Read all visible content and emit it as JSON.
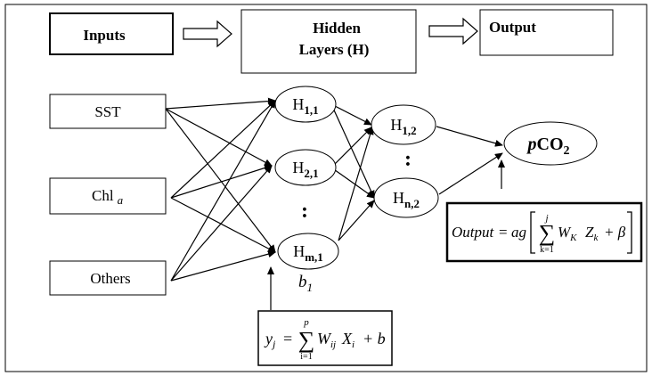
{
  "header": {
    "inputs": "Inputs",
    "hidden_line1": "Hidden",
    "hidden_line2": "Layers (H)",
    "output": "Output"
  },
  "inputs": [
    {
      "label": "SST",
      "sub": ""
    },
    {
      "label": "Chl",
      "sub": "a"
    },
    {
      "label": "Others",
      "sub": ""
    }
  ],
  "layer1": {
    "nodes": [
      {
        "base": "H",
        "sub": "1,1"
      },
      {
        "base": "H",
        "sub": "2,1"
      },
      {
        "base": "H",
        "sub": "m,1"
      }
    ],
    "ellipsis": ":",
    "bias_base": "b",
    "bias_sub": "1"
  },
  "layer2": {
    "nodes": [
      {
        "base": "H",
        "sub": "1,2"
      },
      {
        "base": "H",
        "sub": "n,2"
      }
    ],
    "ellipsis": ":"
  },
  "output_node": {
    "prefix": "p",
    "main": "CO",
    "sub": "2"
  },
  "equations": {
    "hidden": {
      "lhs_base": "y",
      "lhs_sub": "j",
      "equals": "=",
      "sum_upper": "p",
      "sum_lower": "i=1",
      "term_W": "W",
      "term_W_sub": "ij",
      "term_X": "X",
      "term_X_sub": "i",
      "tail": "+ b"
    },
    "output": {
      "lhs": "Output",
      "equals": "=",
      "func": "ag",
      "sum_upper": "j",
      "sum_lower": "k=1",
      "term_W": "W",
      "term_W_sub": "K",
      "term_Z": "Z",
      "term_Z_sub": "k",
      "tail": "+ β"
    }
  }
}
